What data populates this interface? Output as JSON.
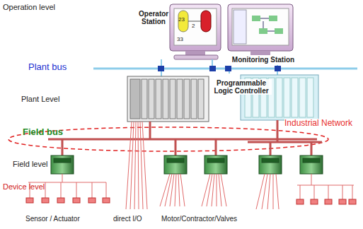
{
  "diagram": {
    "nodes": [
      {
        "text": [
          "Operator Station"
        ]
      },
      {
        "text": [
          "Monitoring Station"
        ]
      },
      {
        "text": [
          "Programmable Logic Controller"
        ]
      }
    ],
    "labels": [
      "Operation level",
      "23",
      "2",
      "33",
      "Plant bus",
      "Plant Level",
      "Industrial Network",
      "Field bus",
      "Field level",
      "Device level",
      "Sensor / Actuator",
      "direct I/O",
      "Motor/Contractor/Valves"
    ]
  }
}
